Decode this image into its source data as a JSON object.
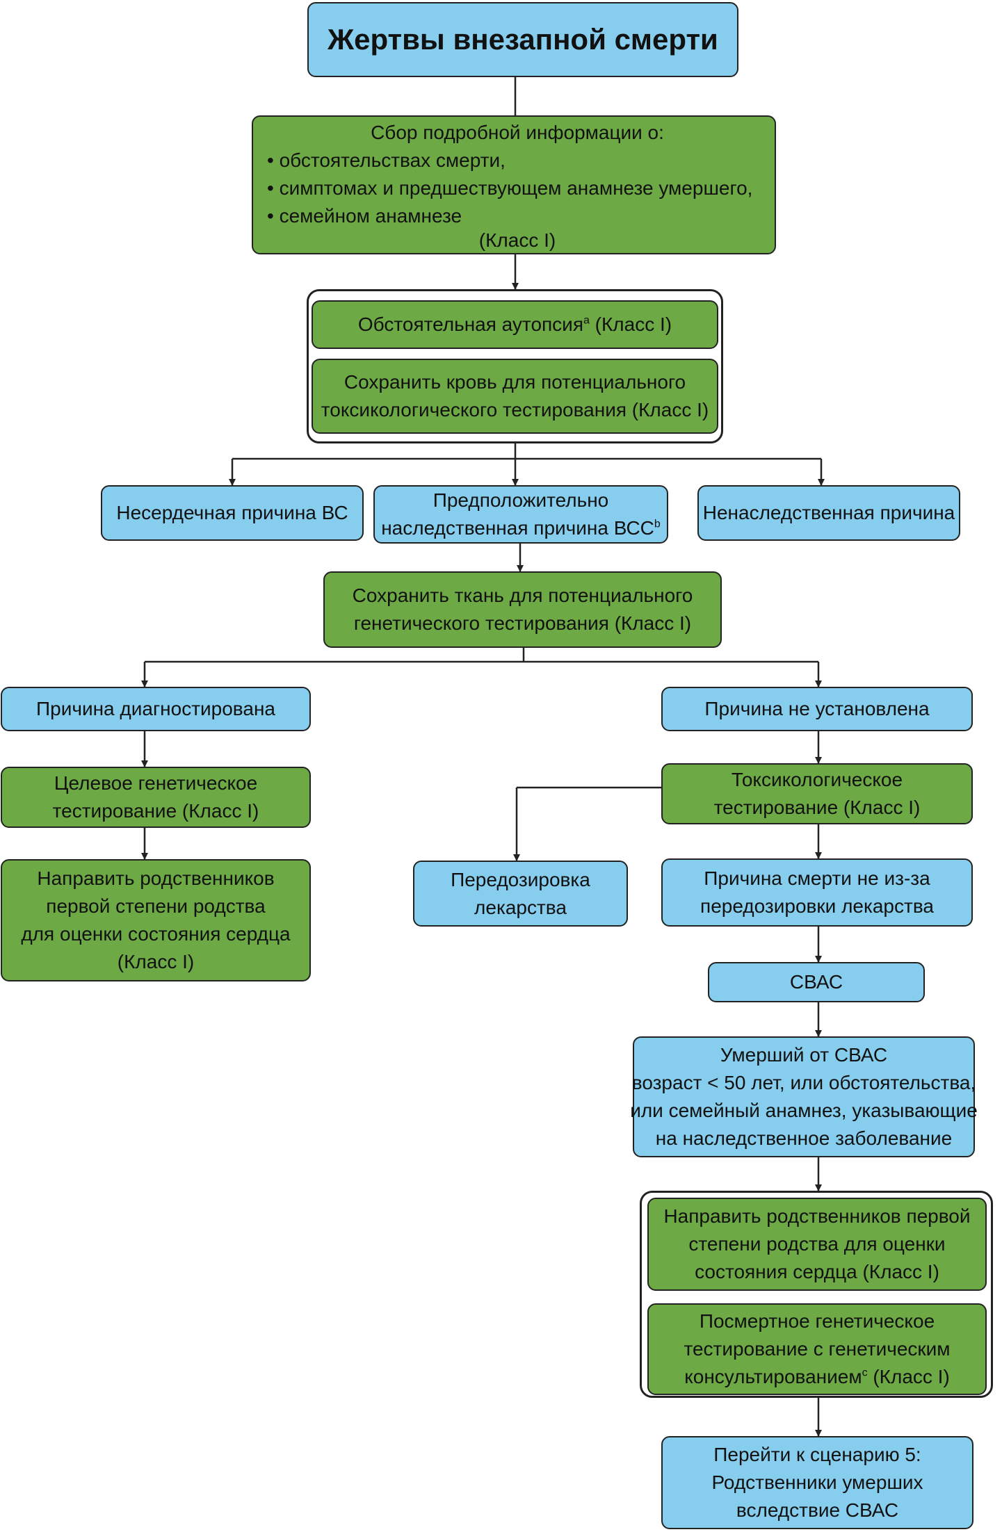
{
  "title": "Жертвы внезапной смерти",
  "info": {
    "heading": "Сбор подробной информации о:",
    "bullets": [
      "• обстоятельствах смерти,",
      "• симптомах и предшествующем анамнезе умершего,",
      "• семейном анамнезе"
    ],
    "class": "(Класс I)"
  },
  "autopsy": {
    "text": "Обстоятельная аутопсия",
    "sup": "a",
    "class": " (Класс I)"
  },
  "save_blood": {
    "line1": "Сохранить кровь для потенциального",
    "line2": "токсикологического тестирования (Класс I)"
  },
  "noncardiac": "Несердечная причина ВС",
  "presumed": {
    "line1": "Предположительно",
    "line2": "наследственная причина ВСС",
    "sup": "b"
  },
  "nonhereditary": "Ненаследственная причина",
  "save_tissue": {
    "line1": "Сохранить ткань для потенциального",
    "line2": "генетического тестирования (Класс I)"
  },
  "diagnosed": "Причина диагностирована",
  "not_established": "Причина не установлена",
  "targeted_genetic": {
    "line1": "Целевое генетическое",
    "line2": "тестирование (Класс I)"
  },
  "toxicology": {
    "line1": "Токсикологическое",
    "line2": "тестирование (Класс I)"
  },
  "refer_left": {
    "line1": "Направить родственников",
    "line2": "первой степени родства",
    "line3": "для оценки состояния сердца",
    "line4": "(Класс I)"
  },
  "overdose": {
    "line1": "Передозировка",
    "line2": "лекарства"
  },
  "not_overdose": {
    "line1": "Причина смерти не из-за",
    "line2": "передозировки лекарства"
  },
  "sads": "СВАС",
  "deceased_sads": {
    "line1": "Умерший от СВАС",
    "line2": "возраст < 50 лет, или обстоятельства,",
    "line3": "или семейный анамнез, указывающие",
    "line4": "на наследственное заболевание"
  },
  "refer_right": {
    "line1": "Направить родственников первой",
    "line2": "степени родства для оценки",
    "line3": "состояния сердца (Класс I)"
  },
  "postmortem": {
    "line1": "Посмертное генетическое",
    "line2": "тестирование с генетическим",
    "line3": "консультированием",
    "sup": "c",
    "class": " (Класс I)"
  },
  "scenario": {
    "line1": "Перейти к сценарию 5:",
    "line2": "Родственники умерших",
    "line3": "вследствие СВАС"
  },
  "colors": {
    "blue": "#87cdee",
    "green": "#6daa45",
    "line": "#222222"
  }
}
